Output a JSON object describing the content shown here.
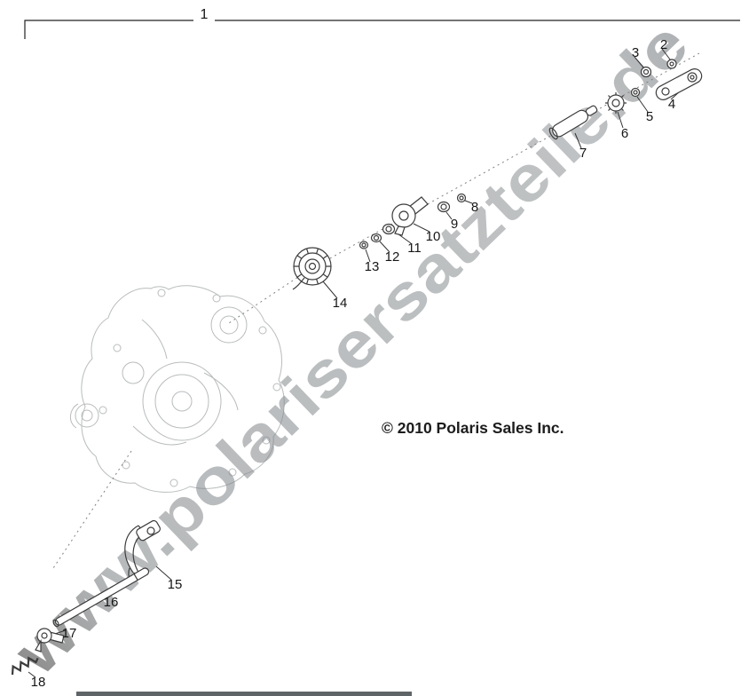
{
  "diagram": {
    "watermark": "www.polarisersatzteile.de",
    "copyright": "© 2010 Polaris Sales Inc.",
    "parts": [
      {
        "label": "1"
      },
      {
        "label": "2"
      },
      {
        "label": "3"
      },
      {
        "label": "4"
      },
      {
        "label": "5"
      },
      {
        "label": "6"
      },
      {
        "label": "7"
      },
      {
        "label": "8"
      },
      {
        "label": "9"
      },
      {
        "label": "10"
      },
      {
        "label": "11"
      },
      {
        "label": "12"
      },
      {
        "label": "13"
      },
      {
        "label": "14"
      },
      {
        "label": "15"
      },
      {
        "label": "16"
      },
      {
        "label": "17"
      },
      {
        "label": "18"
      }
    ]
  }
}
